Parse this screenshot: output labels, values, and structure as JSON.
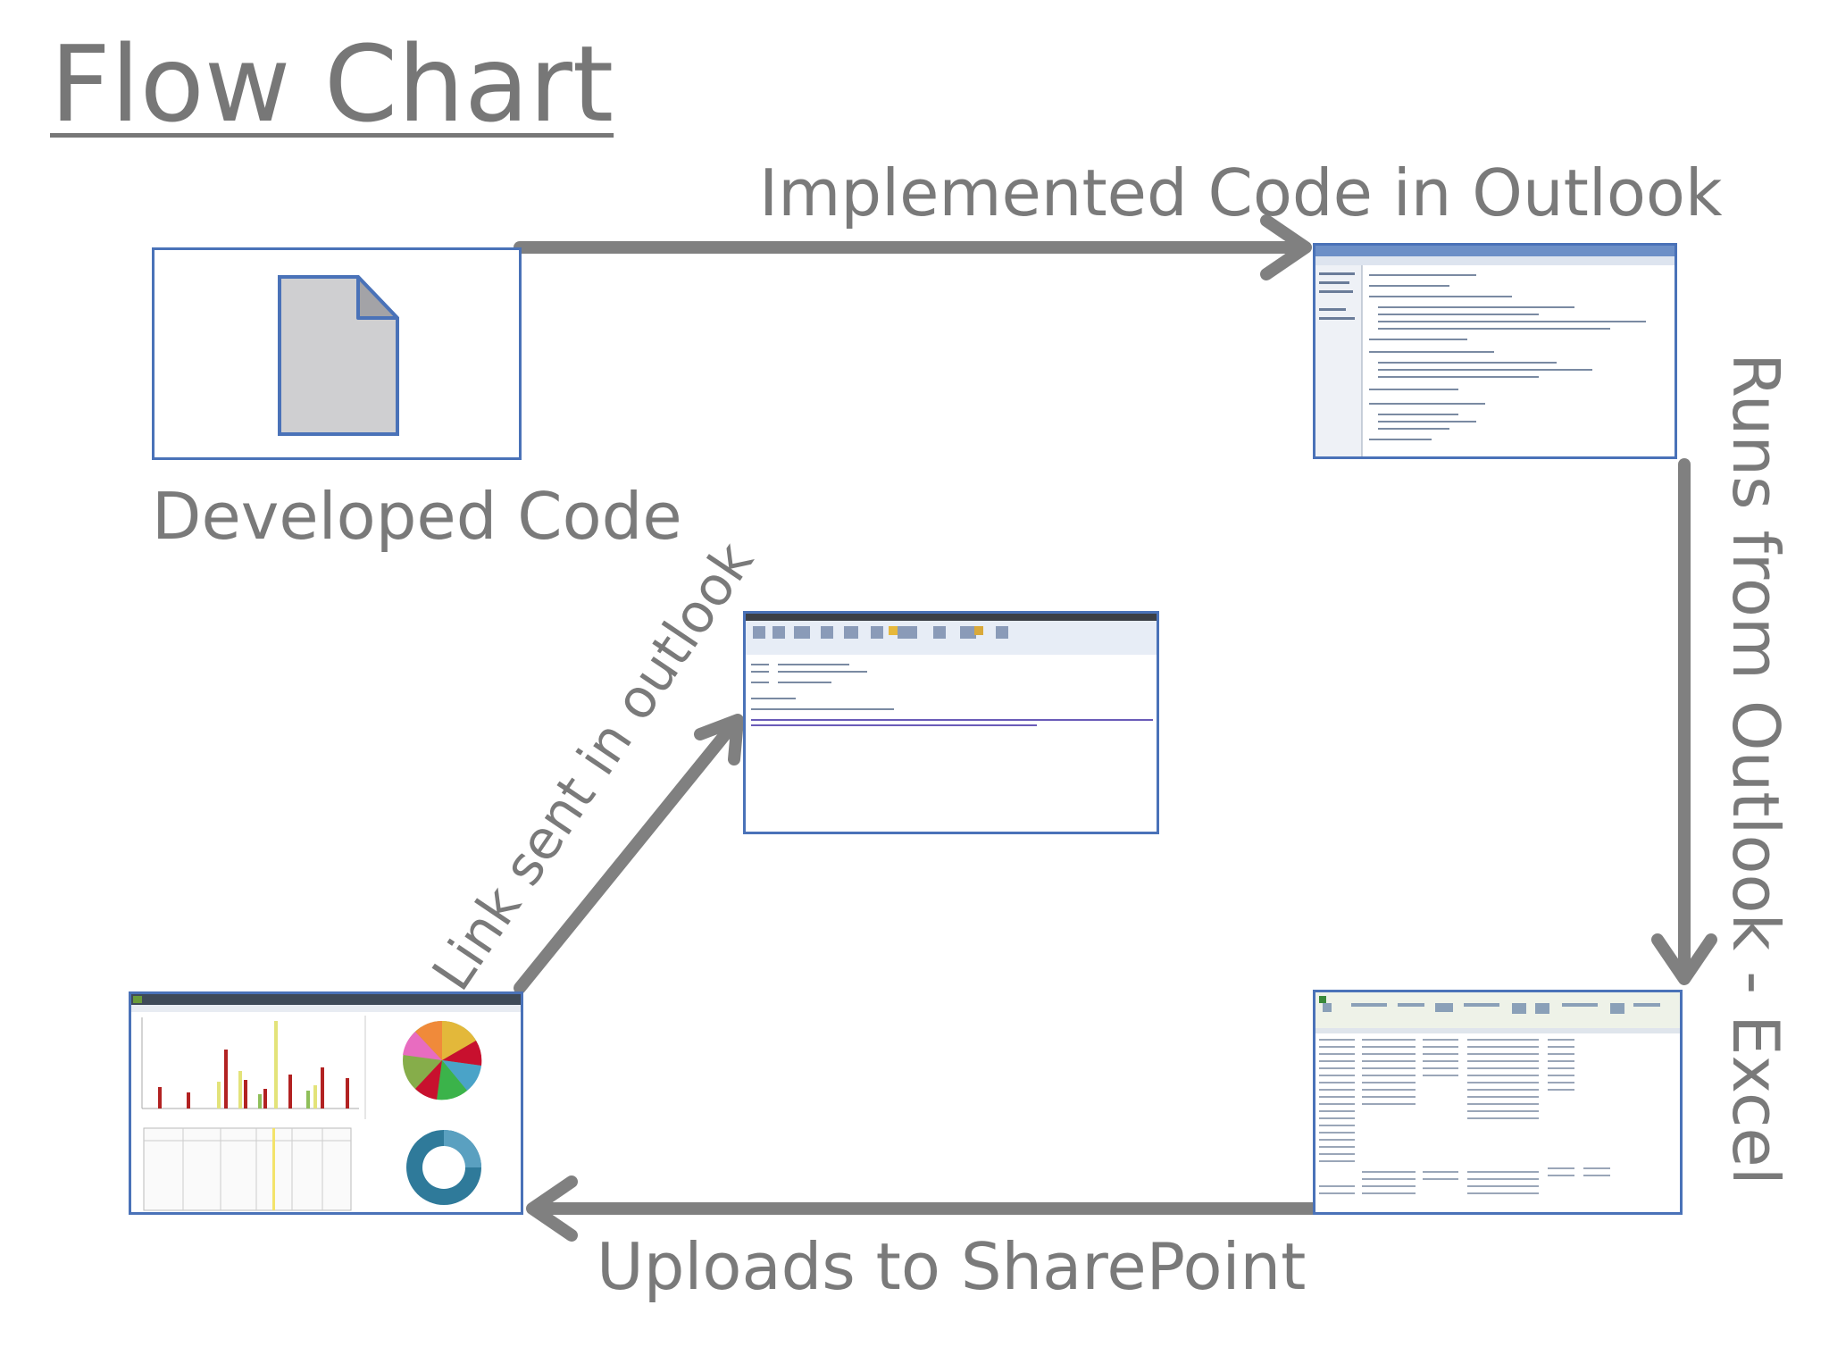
{
  "title": "Flow Chart",
  "nodes": {
    "developed_code": "Developed Code"
  },
  "edges": {
    "implemented": "Implemented Code in Outlook",
    "runs_from": "Runs from Outlook - Excel",
    "uploads": "Uploads to SharePoint",
    "link_sent": "Link sent in outlook"
  },
  "colors": {
    "arrow": "#808080",
    "border": "#4a72b8",
    "text": "#7a7a7a",
    "doc_fill": "#cfcfd1"
  },
  "icons": [
    "document-icon"
  ]
}
